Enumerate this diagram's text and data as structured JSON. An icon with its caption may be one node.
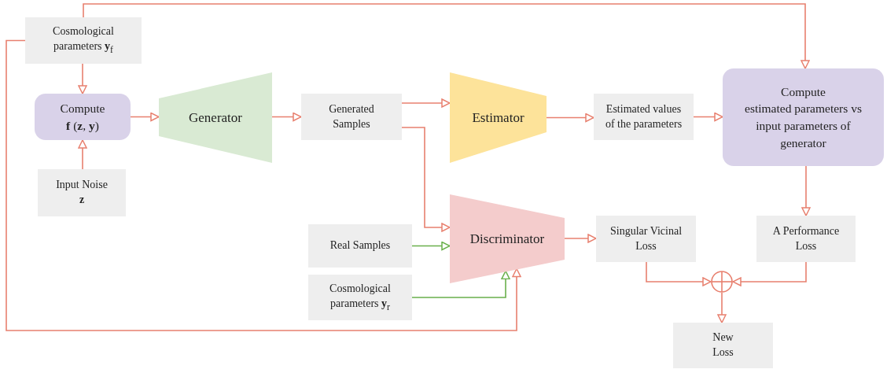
{
  "diagram": {
    "nodes": [
      {
        "text": [
          "Cosmological parameters **y**$_{f}$"
        ]
      },
      {
        "text": [
          "Compute **f** (**z**, **y**)"
        ]
      },
      {
        "text": [
          "Input Noise **z**"
        ]
      },
      {
        "text": [
          "Generator"
        ]
      },
      {
        "text": [
          "Generated Samples"
        ]
      },
      {
        "text": [
          "Estimator"
        ]
      },
      {
        "text": [
          "Estimated values of the parameters"
        ]
      },
      {
        "text": [
          "Compute",
          "estimated parameters vs input parameters of generator"
        ]
      },
      {
        "text": [
          "Real Samples"
        ]
      },
      {
        "text": [
          "Discriminator"
        ]
      },
      {
        "text": [
          "Singular Vicinal Loss"
        ]
      },
      {
        "text": [
          "A Performance Loss"
        ]
      },
      {
        "text": [
          "Cosmological parameters **y**$_{r}$"
        ]
      },
      {
        "text": [],
        "shape": "circle"
      },
      {
        "text": [
          "New Loss"
        ]
      }
    ],
    "edges": [
      {
        "from": 0,
        "to": 1,
        "arrow": "to"
      },
      {
        "from": 2,
        "to": 1,
        "arrow": "to"
      },
      {
        "from": 1,
        "to": 3,
        "arrow": "to"
      },
      {
        "from": 3,
        "to": 4,
        "arrow": "to"
      },
      {
        "from": 4,
        "to": 5,
        "arrow": "to"
      },
      {
        "from": 4,
        "to": 9,
        "arrow": "to"
      },
      {
        "from": 5,
        "to": 6,
        "arrow": "to"
      },
      {
        "from": 6,
        "to": 7,
        "arrow": "to"
      },
      {
        "from": 0,
        "to": 7,
        "arrow": "to"
      },
      {
        "from": 0,
        "to": 9,
        "arrow": "to"
      },
      {
        "from": 8,
        "to": 9,
        "arrow": "to",
        "color": "#6ab04c"
      },
      {
        "from": 12,
        "to": 9,
        "arrow": "to",
        "color": "#6ab04c"
      },
      {
        "from": 9,
        "to": 10,
        "arrow": "to"
      },
      {
        "from": 7,
        "to": 11,
        "arrow": "to"
      },
      {
        "from": 10,
        "to": 13,
        "arrow": "to"
      },
      {
        "from": 11,
        "to": 13,
        "arrow": "to"
      },
      {
        "from": 13,
        "to": 14,
        "arrow": "to"
      }
    ]
  }
}
